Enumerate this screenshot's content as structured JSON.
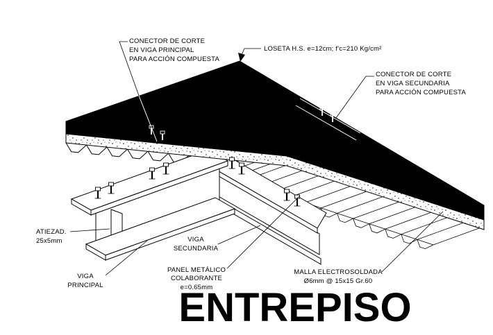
{
  "title": "ENTREPISO",
  "labels": {
    "connector_main": {
      "l1": "CONECTOR DE CORTE",
      "l2": "EN VIGA PRINCIPAL",
      "l3": "PARA ACCIÓN COMPUESTA"
    },
    "loseta": {
      "l1": "LOSETA H.S. e=12cm; f'c=210 Kg/cm²"
    },
    "connector_sec": {
      "l1": "CONECTOR DE CORTE",
      "l2": "EN VIGA SECUNDARIA",
      "l3": "PARA ACCIÓN COMPUESTA"
    },
    "atiezador": {
      "l1": "ATIEZAD.",
      "l2": "25x5mm"
    },
    "viga_secundaria": {
      "l1": "VIGA",
      "l2": "SECUNDARIA"
    },
    "viga_principal": {
      "l1": "VIGA",
      "l2": "PRINCIPAL"
    },
    "panel": {
      "l1": "PANEL METÁLICO",
      "l2": "COLABORANTE",
      "l3": "e=0.65mm"
    },
    "malla": {
      "l1": "MALLA ELECTROSOLDADA",
      "l2": "Ø6mm @ 15x15 Gr.60"
    }
  },
  "colors": {
    "ink": "#000000",
    "paper": "#ffffff",
    "slab": "#000000"
  }
}
